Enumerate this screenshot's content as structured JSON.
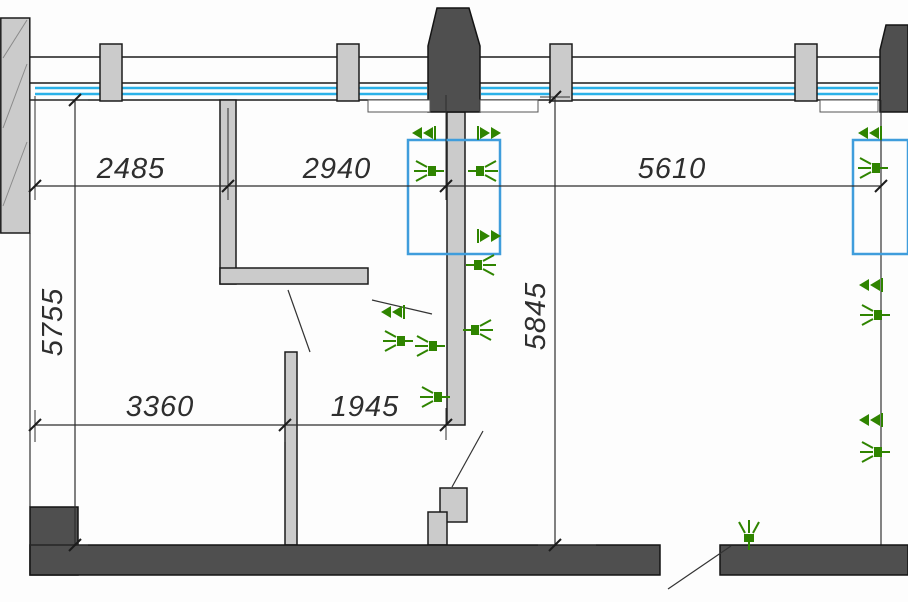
{
  "drawing": {
    "type": "architectural-floor-plan",
    "dimensions_mm": {
      "top_left": "2485",
      "top_middle": "2940",
      "top_right": "5610",
      "left_height": "5755",
      "middle_height": "5845",
      "bottom_left": "3360",
      "bottom_middle": "1945"
    },
    "colors": {
      "wall_light_fill": "#cbcbcb",
      "wall_dark_fill": "#4f4f4f",
      "outline": "#1c1c1c",
      "glazing_blue": "#2ab1e8",
      "shaft_blue": "#3f9ddc",
      "symbol_green": "#2f8400",
      "dimension_text": "#2e2e2e"
    },
    "legend": {
      "emergency_light": "wall-light-symbol",
      "direction_arrows": "chevron-arrows-symbol",
      "glazing": "window-glazing-line",
      "shaft": "shaft-outline-rect"
    }
  }
}
